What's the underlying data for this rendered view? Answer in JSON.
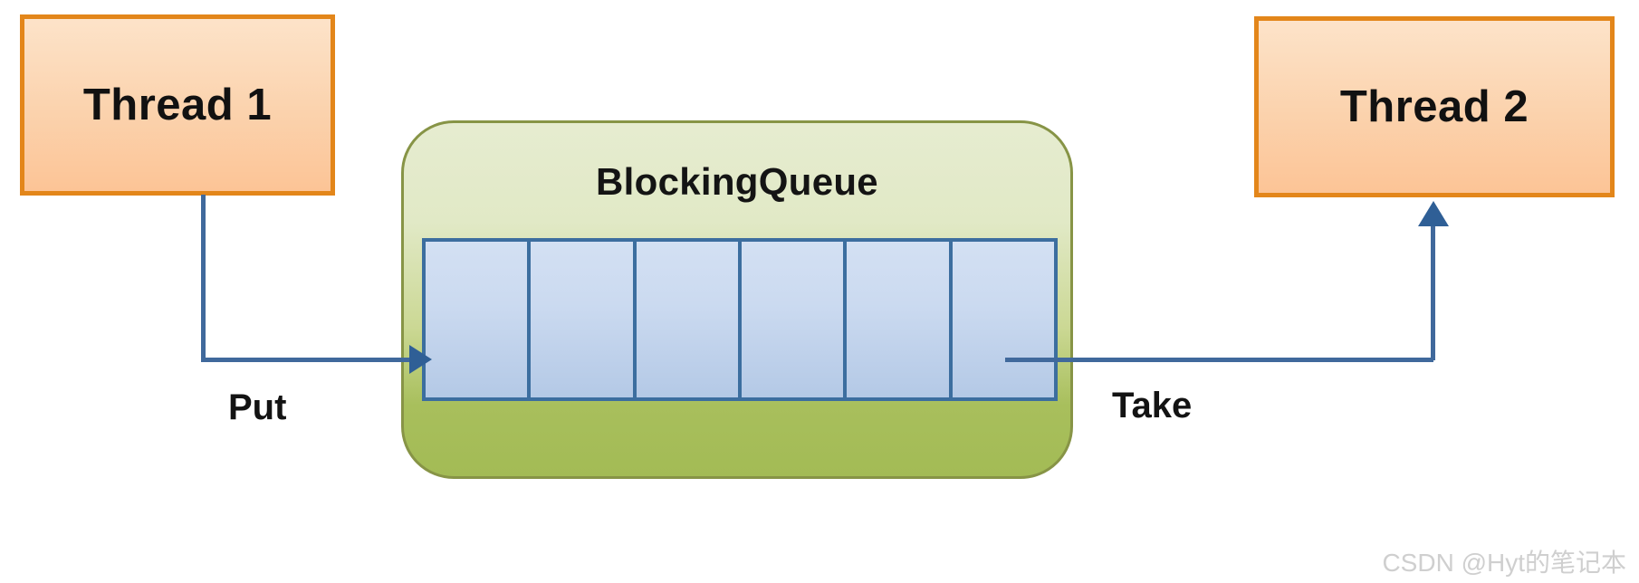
{
  "diagram": {
    "title_text": "BlockingQueue",
    "producer": {
      "label": "Thread 1"
    },
    "consumer": {
      "label": "Thread 2"
    },
    "edges": {
      "put_label": "Put",
      "take_label": "Take"
    },
    "queue": {
      "cell_count": 6,
      "cells": [
        "",
        "",
        "",
        "",
        "",
        ""
      ]
    },
    "colors": {
      "thread_box_border": "#e3861a",
      "thread_box_fill": "#fbd3ae",
      "queue_container_border": "#879446",
      "queue_container_fill": "#a8bf5c",
      "queue_cell_border": "#3c6e9f",
      "queue_cell_fill": "#c4d6ef",
      "connector": "#40699c",
      "text": "#111111"
    }
  },
  "watermark": {
    "text": "CSDN @Hyt的笔记本"
  }
}
